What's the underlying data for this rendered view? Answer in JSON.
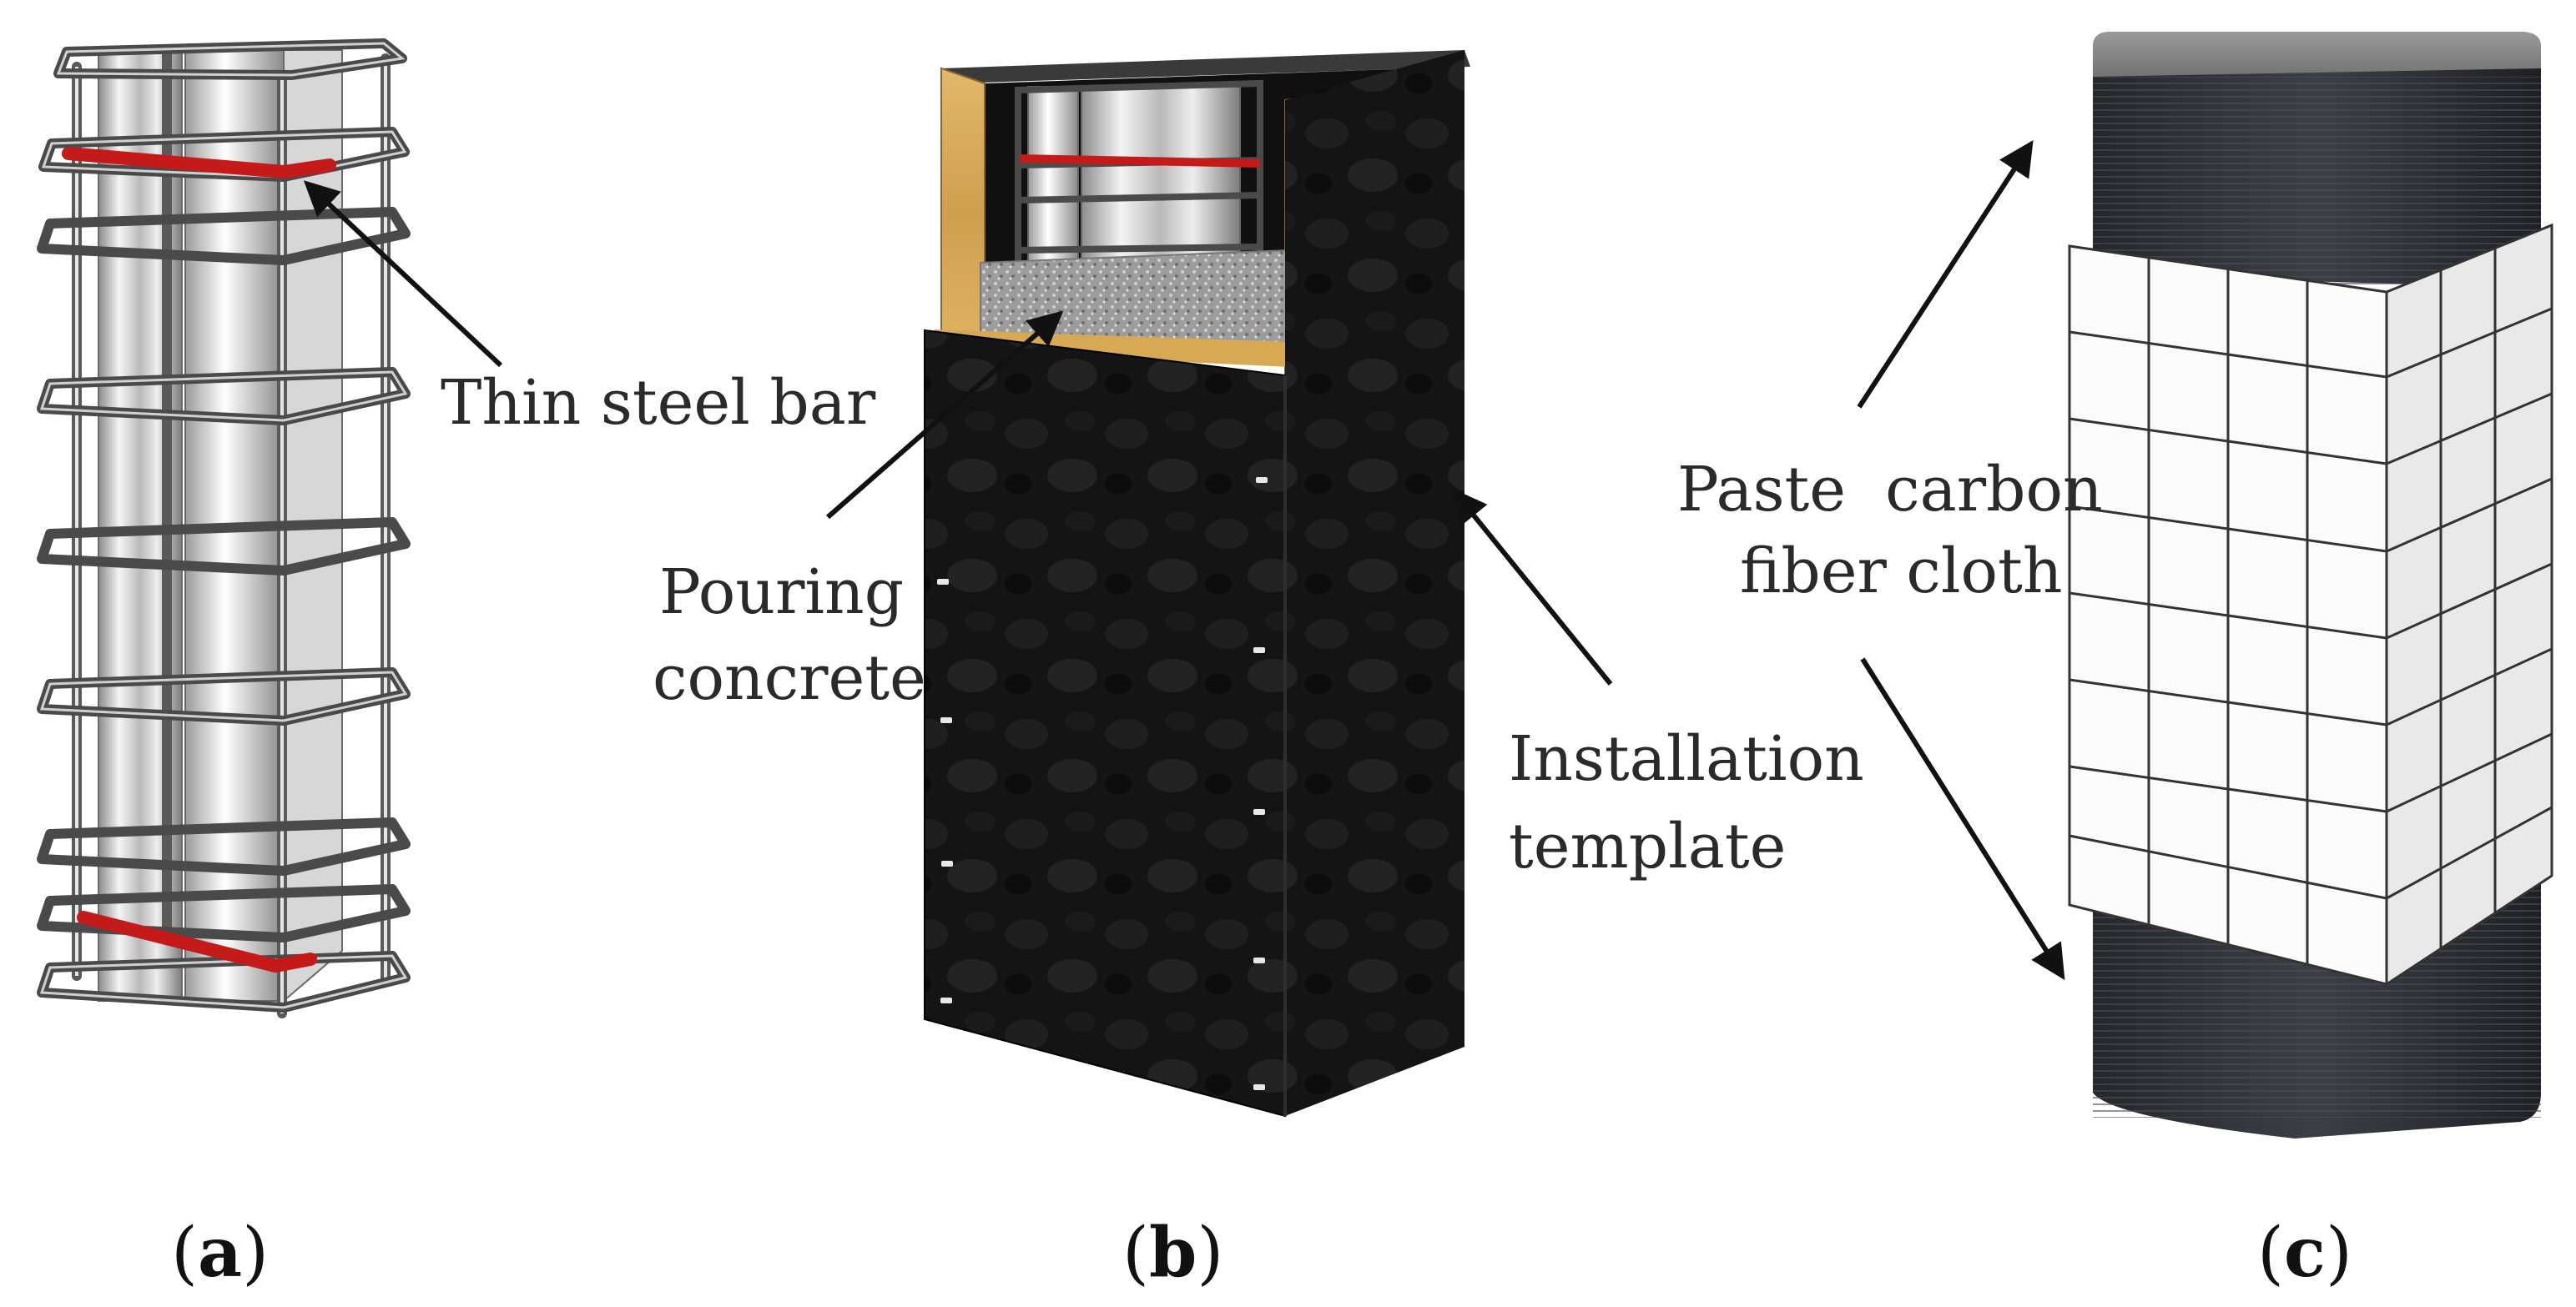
{
  "annotations": {
    "thin_steel_bar": "Thin steel bar",
    "pouring_line1": "Pouring",
    "pouring_line2": "concrete",
    "install_line1": "Installation",
    "install_line2": "template",
    "paste_line1": "Paste  carbon",
    "paste_line2": "fiber cloth"
  },
  "panel_labels": {
    "a": "a",
    "b": "b",
    "c": "c"
  },
  "colors": {
    "red_bar": "#c41a1a",
    "steel": "#c8c8c8",
    "template_black": "#151515",
    "wood": "#d9ac5a",
    "concrete_gray": "#9a9a9a",
    "cloth_white": "#fafafa",
    "cfrp_dark": "#2b2d33"
  }
}
